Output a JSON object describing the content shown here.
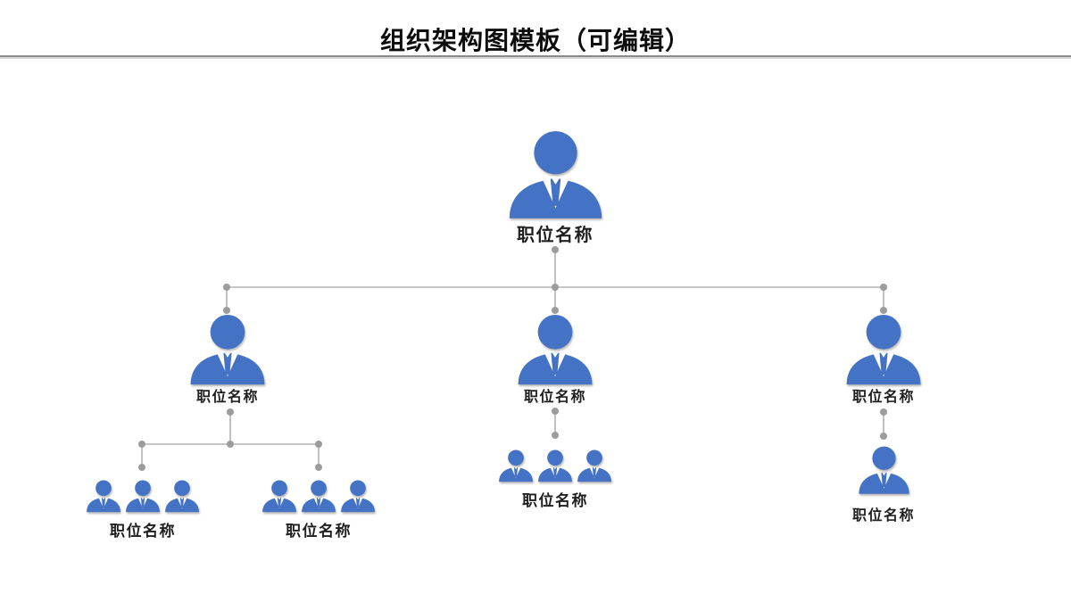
{
  "header": {
    "title": "组织架构图模板（可编辑）"
  },
  "colors": {
    "person_blue": "#4472C4",
    "connector_line": "#b3b3b3",
    "connector_dot": "#9c9c9c",
    "divider_gray": "#8a8a8a",
    "title_black": "#0d0d0d",
    "label_black": "#1f1f1f"
  },
  "org": {
    "root": {
      "label": "职位名称"
    },
    "managers": [
      {
        "label": "职位名称"
      },
      {
        "label": "职位名称"
      },
      {
        "label": "职位名称"
      }
    ],
    "teams": [
      {
        "label": "职位名称",
        "members": 3
      },
      {
        "label": "职位名称",
        "members": 3
      },
      {
        "label": "职位名称",
        "members": 3
      },
      {
        "label": "职位名称",
        "members": 1
      }
    ]
  }
}
